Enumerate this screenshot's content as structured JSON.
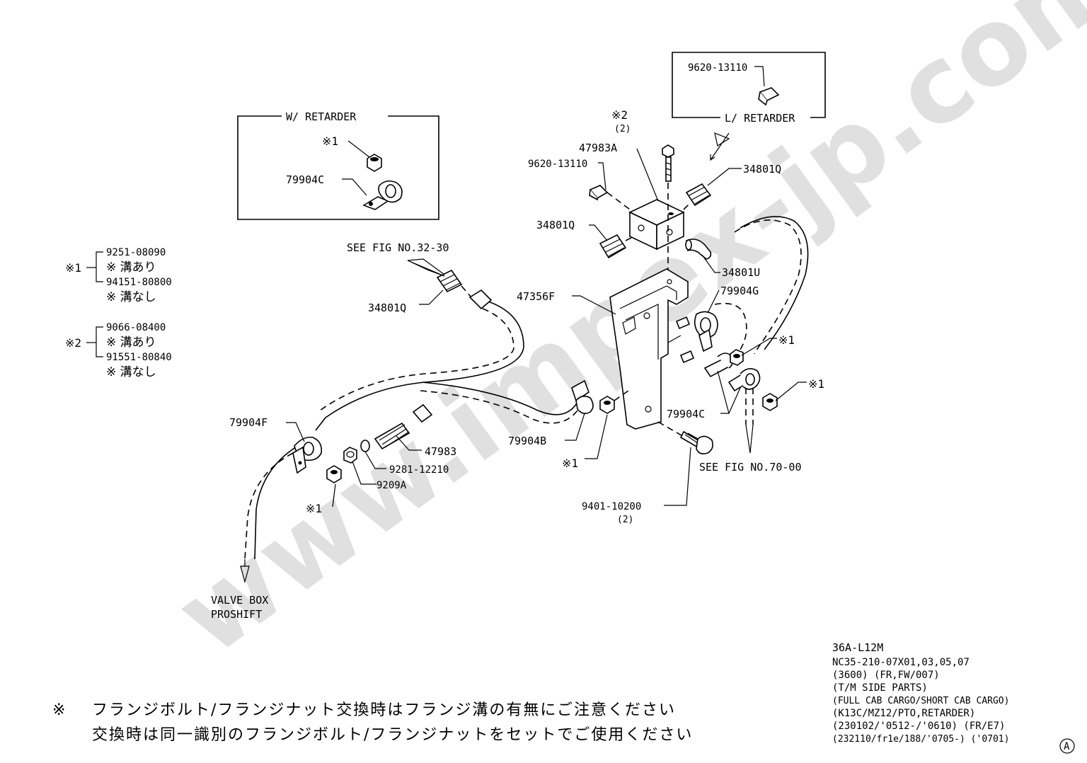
{
  "watermark": "www.impex-jp.com",
  "boxes": {
    "with_retarder": "W/ RETARDER",
    "less_retarder": "L/ RETARDER"
  },
  "legend": {
    "note1": {
      "mark": "※1",
      "line1": "9251-08090",
      "line2": "※ 溝あり",
      "line3": "94151-80800",
      "line4": "※ 溝なし"
    },
    "note2": {
      "mark": "※2",
      "line1": "9066-08400",
      "line2": "※ 溝あり",
      "line3": "91551-80840",
      "line4": "※ 溝なし"
    }
  },
  "labels": {
    "box_left_mark1": "※1",
    "box_left_79904C": "79904C",
    "box_right_9620": "9620-13110",
    "mark2": "※2",
    "mark2_qty": "(2)",
    "p47983A": "47983A",
    "p9620_13110": "9620-13110",
    "p34801Q_top": "34801Q",
    "p34801Q_mid": "34801Q",
    "p34801U": "34801U",
    "see_fig_32": "SEE FIG NO.32-30",
    "p34801Q_left": "34801Q",
    "p47356F": "47356F",
    "p79904G": "79904G",
    "mark1_a": "※1",
    "mark1_b": "※1",
    "p79904C": "79904C",
    "see_fig_70": "SEE FIG NO.70-00",
    "p79904F": "79904F",
    "p47983": "47983",
    "p9281_12210": "9281-12210",
    "p9209A": "9209A",
    "mark1_c": "※1",
    "p79904B": "79904B",
    "mark1_d": "※1",
    "p9401_10200": "9401-10200",
    "p9401_qty": "(2)",
    "valve_box_1": "VALVE BOX",
    "valve_box_2": "PROSHIFT"
  },
  "info_block": {
    "line1": "36A-L12M",
    "line2": "NC35-210-07X01,03,05,07",
    "line3": "(3600) (FR,FW/007)",
    "line4": "(T/M SIDE PARTS)",
    "line5": "(FULL CAB CARGO/SHORT CAB CARGO)",
    "line6": "(K13C/MZ12/PTO,RETARDER)",
    "line7": "(230102/'0512-/'0610) (FR/E7)",
    "line8": "(232110/fr1e/188/'0705-) ('0701)"
  },
  "footnote": {
    "mark": "※",
    "line1": "フランジボルト/フランジナット交換時はフランジ溝の有無にご注意ください",
    "line2": "交換時は同一識別のフランジボルト/フランジナットをセットでご使用ください"
  },
  "corner_mark": "A"
}
